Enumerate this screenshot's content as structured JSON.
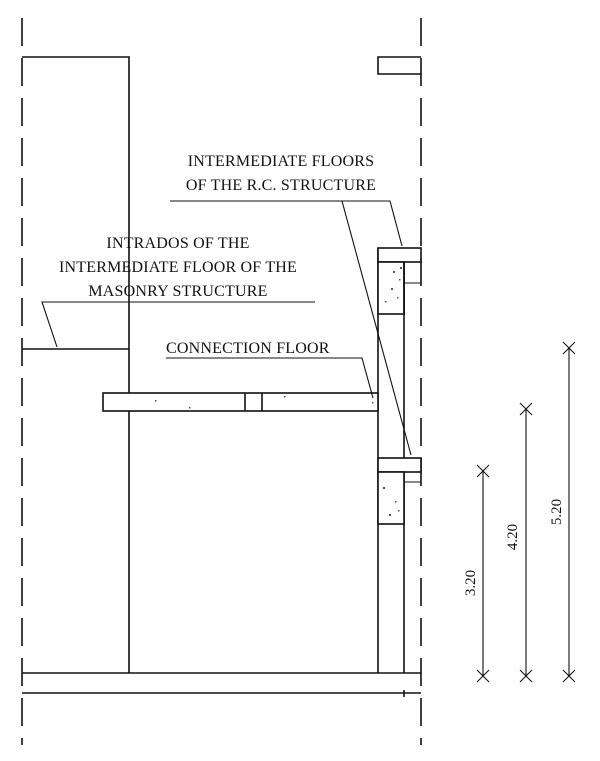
{
  "labels": {
    "rc_floors_line1": "INTERMEDIATE FLOORS",
    "rc_floors_line2": "OF THE R.C. STRUCTURE",
    "intrados_line1": "INTRADOS OF THE",
    "intrados_line2": "INTERMEDIATE FLOOR OF THE",
    "intrados_line3": "MASONRY STRUCTURE",
    "connection_floor": "CONNECTION FLOOR"
  },
  "dimensions": {
    "d1": "3.20",
    "d2": "4.20",
    "d3": "5.20"
  }
}
